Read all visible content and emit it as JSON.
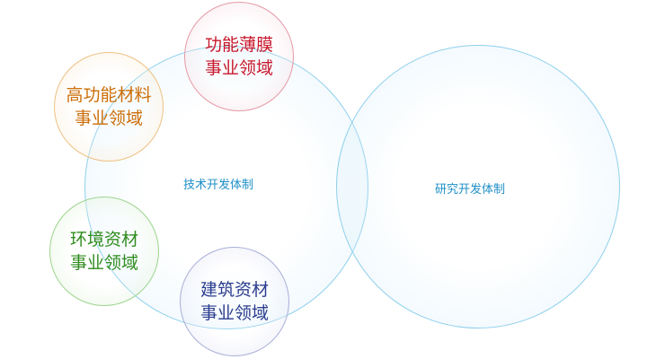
{
  "labels": {
    "tech": "技术开发体制",
    "research": "研究开发体制"
  },
  "domains": {
    "film": {
      "line1": "功能薄膜",
      "line2": "事业领域"
    },
    "advanced": {
      "line1": "高功能材料",
      "line2": "事业领域"
    },
    "environment": {
      "line1": "环境资材",
      "line2": "事业领域"
    },
    "building": {
      "line1": "建筑资材",
      "line2": "事业领域"
    }
  },
  "colors": {
    "big_circle_border": "#8fd0ec",
    "label_text": "#1f8fc6",
    "film": "#c8182c",
    "advanced": "#cc6e0a",
    "environment": "#2f8c1e",
    "building": "#2b3d8f"
  }
}
